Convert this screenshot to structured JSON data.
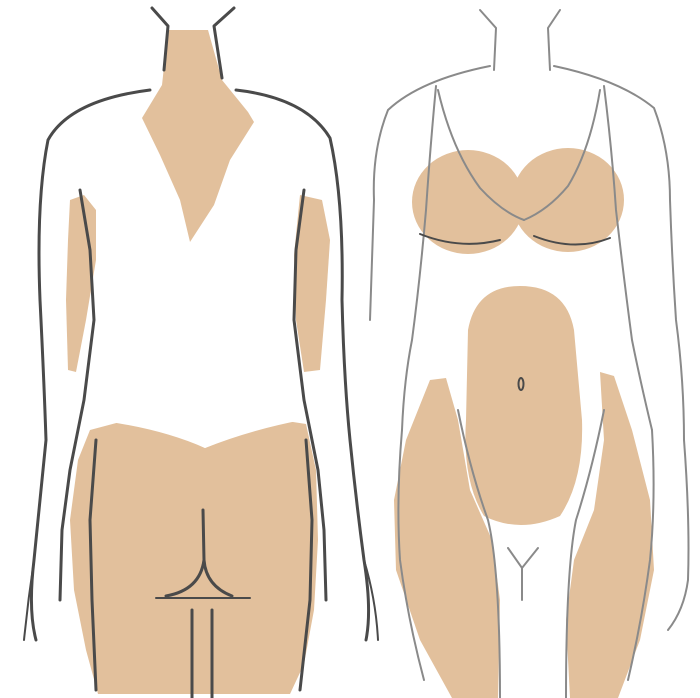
{
  "colors": {
    "background": "#ffffff",
    "zone_fill": "#e2c09c",
    "outline": "#4a4a4a"
  },
  "figures": [
    {
      "view": "back",
      "zones": [
        "upper-back",
        "left-arm",
        "right-arm",
        "buttocks-and-thighs"
      ]
    },
    {
      "view": "front",
      "zones": [
        "left-breast",
        "right-breast",
        "abdomen",
        "left-thigh",
        "right-thigh"
      ]
    }
  ]
}
